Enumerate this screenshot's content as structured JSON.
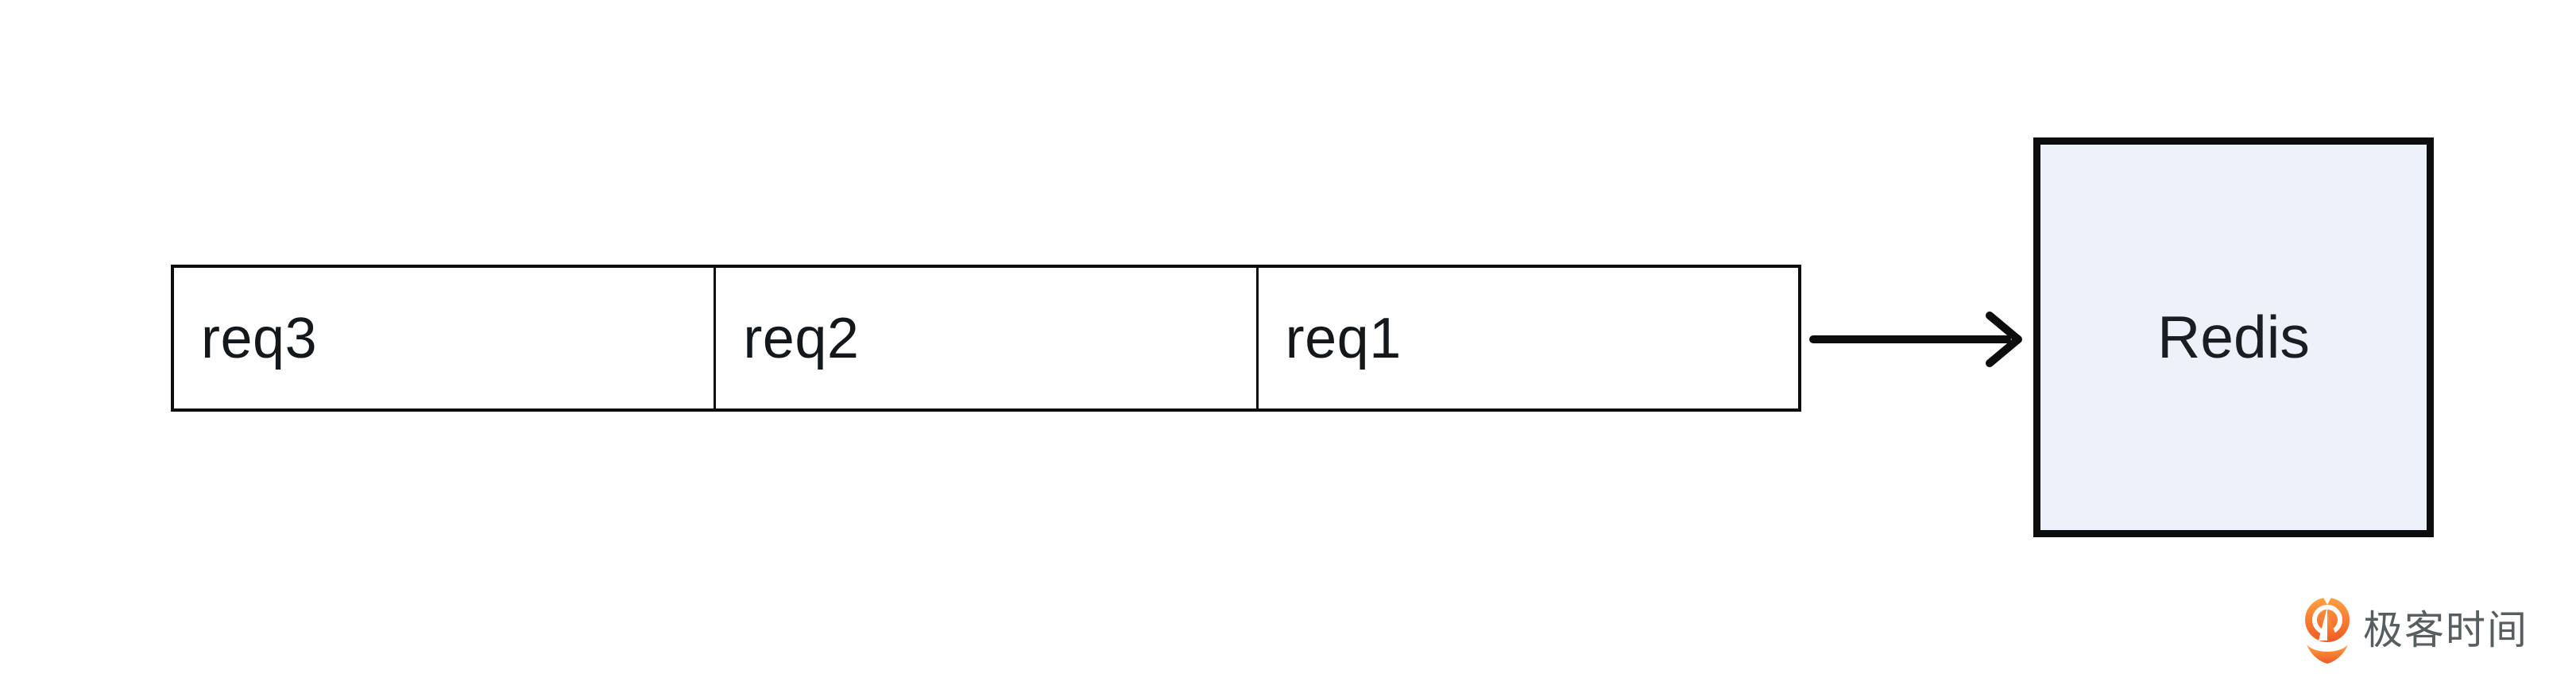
{
  "diagram": {
    "kind": "queue-to-redis",
    "queue": {
      "cells": [
        {
          "label": "req3"
        },
        {
          "label": "req2"
        },
        {
          "label": "req1"
        }
      ]
    },
    "redis": {
      "label": "Redis"
    },
    "brand": {
      "name": "极客时间"
    }
  },
  "colors": {
    "canvas_bg": "#ffffff",
    "line": "#0d0d0d",
    "cell_text": "#15181b",
    "redis_fill": "#edf1fa",
    "redis_text": "#1a1d22",
    "brand_orange_top": "#ffa143",
    "brand_orange_bottom": "#ef5a23",
    "brand_text_gray": "#585d60"
  }
}
